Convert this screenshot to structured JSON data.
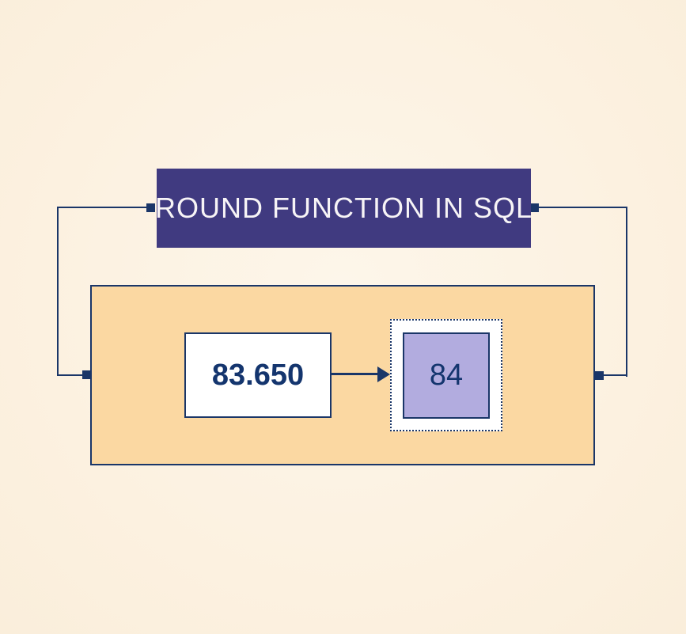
{
  "diagram": {
    "title": "ROUND FUNCTION IN SQL",
    "input_value": "83.650",
    "output_value": "84"
  },
  "icons": {
    "arrow": "right-arrow-icon",
    "connection_points": "square-connector-icon"
  },
  "colors": {
    "background": "#fcf1e0",
    "title_box": "#403a80",
    "title_text": "#f7f4f6",
    "navy": "#1a3668",
    "value_text": "#14356e",
    "orange_panel": "#fbd8a2",
    "result_fill": "#b2acdf",
    "box_fill": "#ffffff"
  }
}
